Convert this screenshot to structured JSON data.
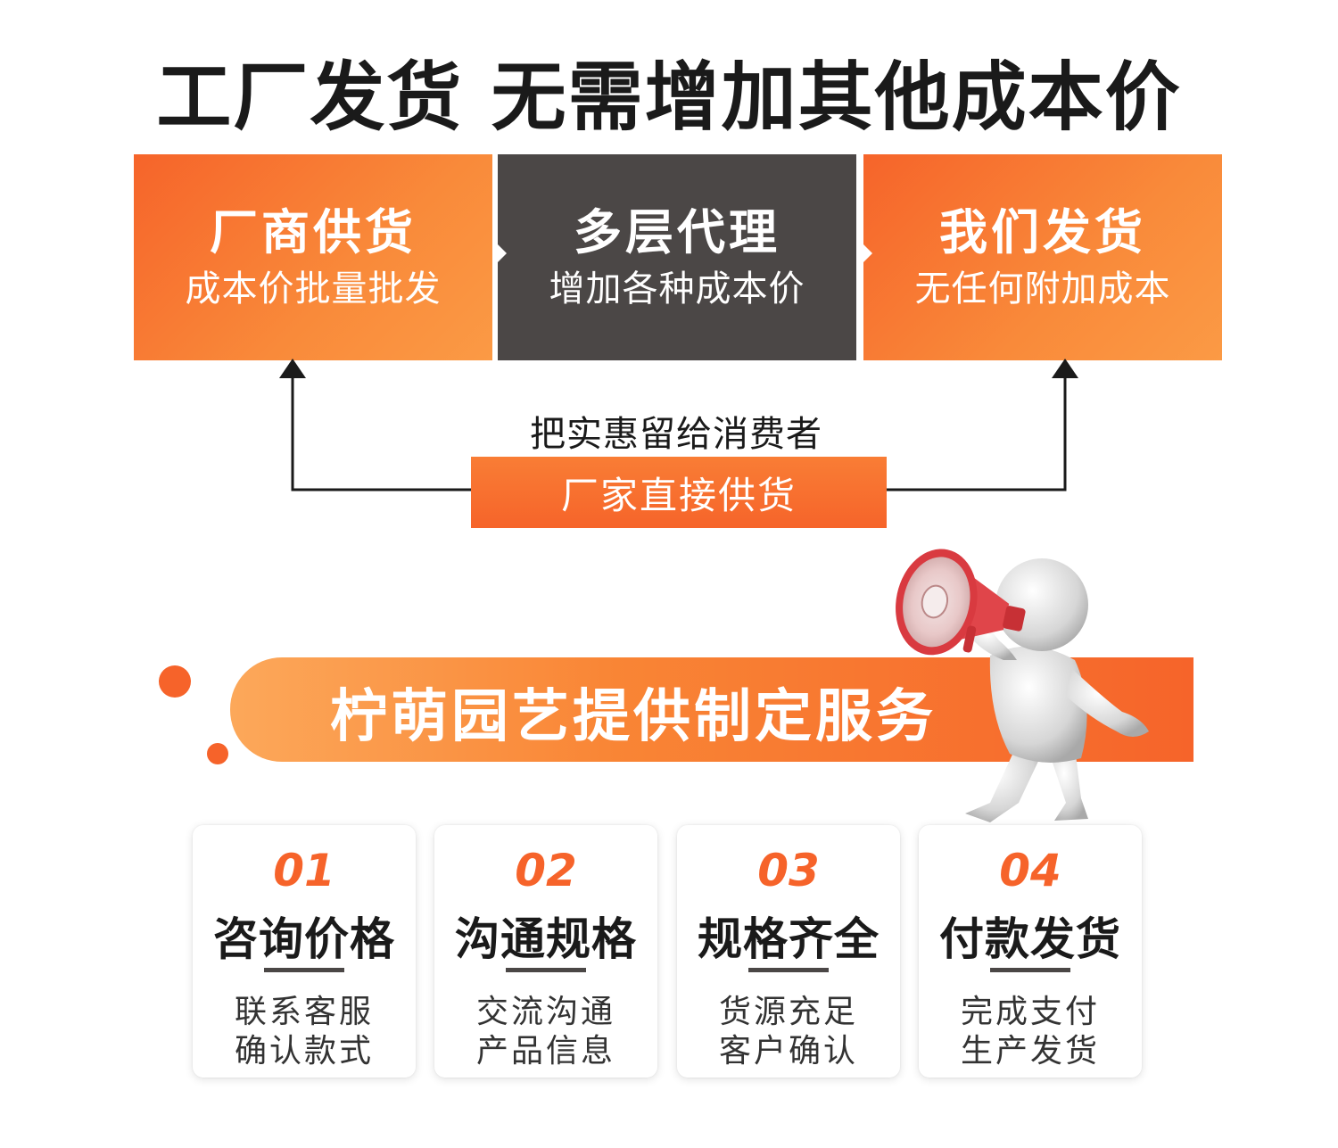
{
  "headline": "工厂发货 无需增加其他成本价",
  "panels": [
    {
      "title": "厂商供货",
      "subtitle": "成本价批量批发"
    },
    {
      "title": "多层代理",
      "subtitle": "增加各种成本价"
    },
    {
      "title": "我们发货",
      "subtitle": "无任何附加成本"
    }
  ],
  "flow": {
    "benefit": "把实惠留给消费者",
    "direct": "厂家直接供货"
  },
  "banner": {
    "text": "柠萌园艺提供制定服务"
  },
  "steps": [
    {
      "num": "01",
      "title": "咨询价格",
      "line1": "联系客服",
      "line2": "确认款式"
    },
    {
      "num": "02",
      "title": "沟通规格",
      "line1": "交流沟通",
      "line2": "产品信息"
    },
    {
      "num": "03",
      "title": "规格齐全",
      "line1": "货源充足",
      "line2": "客户确认"
    },
    {
      "num": "04",
      "title": "付款发货",
      "line1": "完成支付",
      "line2": "生产发货"
    }
  ],
  "colors": {
    "accent": "#f6632a",
    "dark": "#4b4746"
  },
  "icons": [
    "megaphone-figure-icon",
    "arrow-up-icon"
  ]
}
